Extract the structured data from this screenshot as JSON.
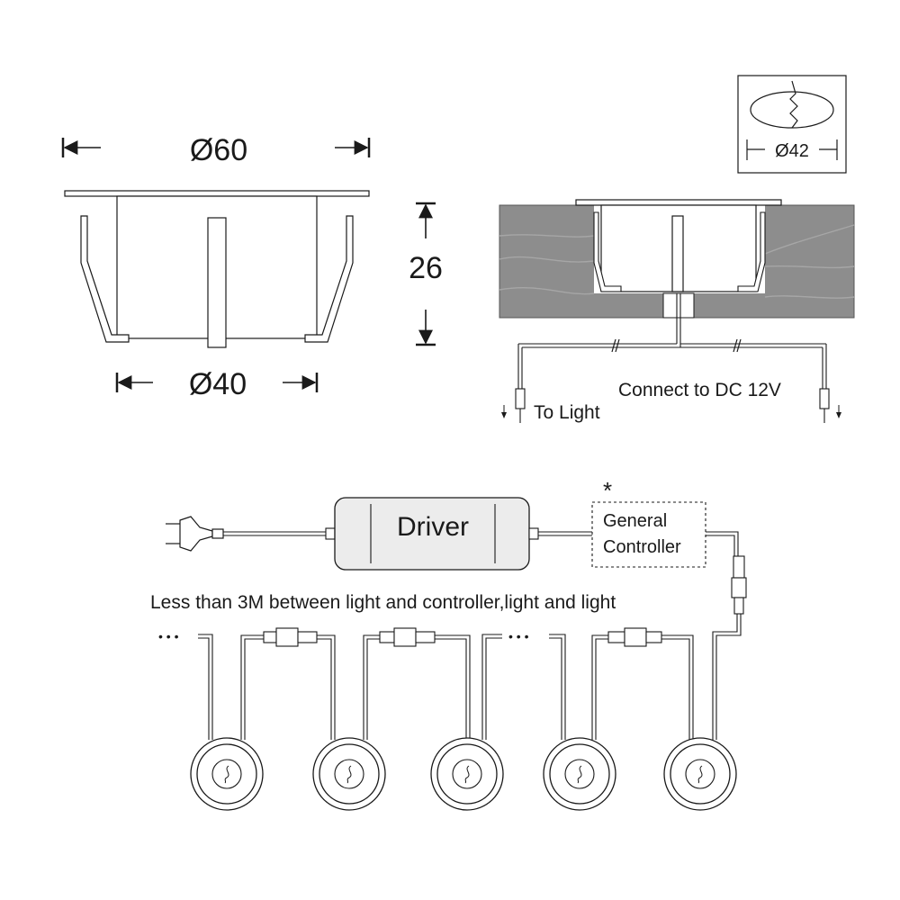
{
  "dimensions": {
    "top_diameter": "Ø60",
    "height": "26",
    "bottom_diameter": "Ø40",
    "cutout_diameter": "Ø42"
  },
  "install": {
    "connect_label": "Connect to DC 12V",
    "to_light_label": "To Light"
  },
  "wiring": {
    "driver_label": "Driver",
    "controller_line1": "General",
    "controller_line2": "Controller",
    "controller_marker": "*",
    "distance_note": "Less than 3M between light and controller,light and light",
    "ellipsis": "• • •"
  },
  "colors": {
    "wood": "#8d8d8d",
    "wood_grain": "#a4a4a4",
    "line": "#1a1a1a",
    "driver_fill": "#ececec"
  }
}
